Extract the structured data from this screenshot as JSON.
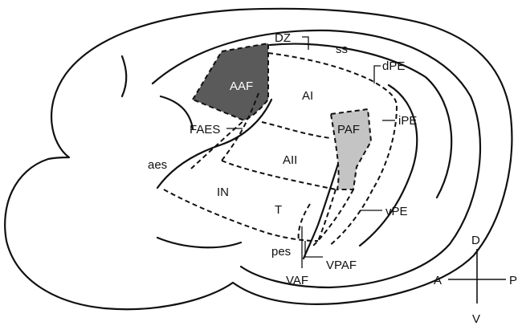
{
  "regions": {
    "aaf": {
      "label": "AAF",
      "fill": "#5a5a5a"
    },
    "ai": {
      "label": "AI"
    },
    "aii": {
      "label": "AII"
    },
    "paf": {
      "label": "PAF",
      "fill": "#c4c4c4"
    },
    "in": {
      "label": "IN"
    },
    "t": {
      "label": "T"
    }
  },
  "callouts": {
    "dz": "DZ",
    "ss": "ss",
    "dpe": "dPE",
    "ipe": "iPE",
    "faes": "FAES",
    "aes": "aes",
    "vpe": "vPE",
    "pes": "pes",
    "vaf": "VAF",
    "vpaf": "VPAF"
  },
  "compass": {
    "dorsal": "D",
    "ventral": "V",
    "anterior": "A",
    "posterior": "P"
  }
}
